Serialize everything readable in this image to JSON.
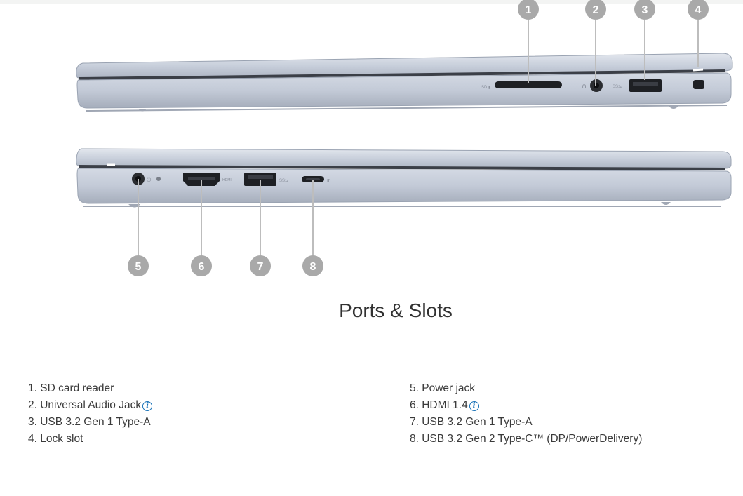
{
  "heading": "Ports & Slots",
  "callouts": [
    {
      "number": "1"
    },
    {
      "number": "2"
    },
    {
      "number": "3"
    },
    {
      "number": "4"
    },
    {
      "number": "5"
    },
    {
      "number": "6"
    },
    {
      "number": "7"
    },
    {
      "number": "8"
    }
  ],
  "icon_glyphs": {
    "info": "i"
  },
  "ports": {
    "left_column": [
      {
        "label": "1. SD card reader",
        "info": false
      },
      {
        "label": "2. Universal Audio Jack",
        "info": true
      },
      {
        "label": "3. USB 3.2 Gen 1 Type-A",
        "info": false
      },
      {
        "label": "4. Lock slot",
        "info": false
      }
    ],
    "right_column": [
      {
        "label": "5. Power jack",
        "info": false
      },
      {
        "label": "6. HDMI 1.4",
        "info": true
      },
      {
        "label": "7. USB 3.2 Gen 1 Type-A",
        "info": false
      },
      {
        "label": "8. USB 3.2 Gen 2 Type-C™ (DP/PowerDelivery)",
        "info": false
      }
    ]
  },
  "colors": {
    "callout_circle": "#a9a9a9",
    "callout_text": "#ffffff",
    "chassis": "#c9d0dc",
    "info_icon": "#1a73b8",
    "heading": "#323232"
  }
}
